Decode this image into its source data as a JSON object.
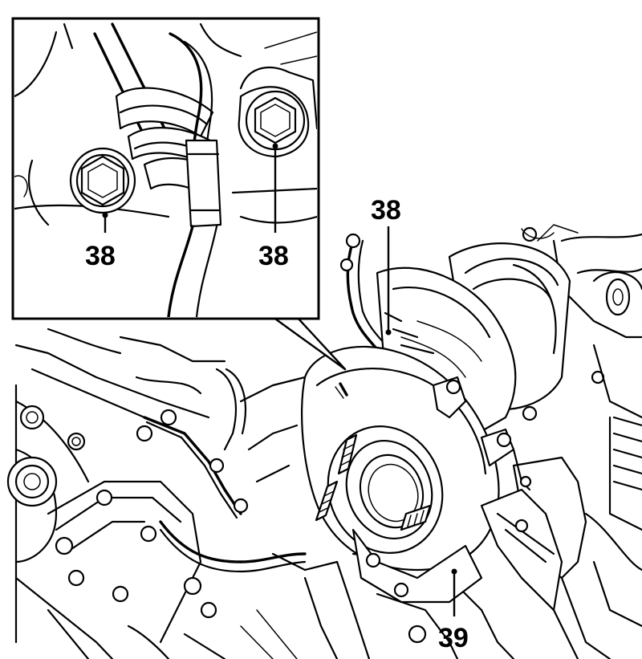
{
  "callouts": {
    "inset_left": "38",
    "inset_right": "38",
    "main_top": "38",
    "main_bottom": "39"
  },
  "colors": {
    "line": "#000000",
    "background": "#ffffff"
  }
}
